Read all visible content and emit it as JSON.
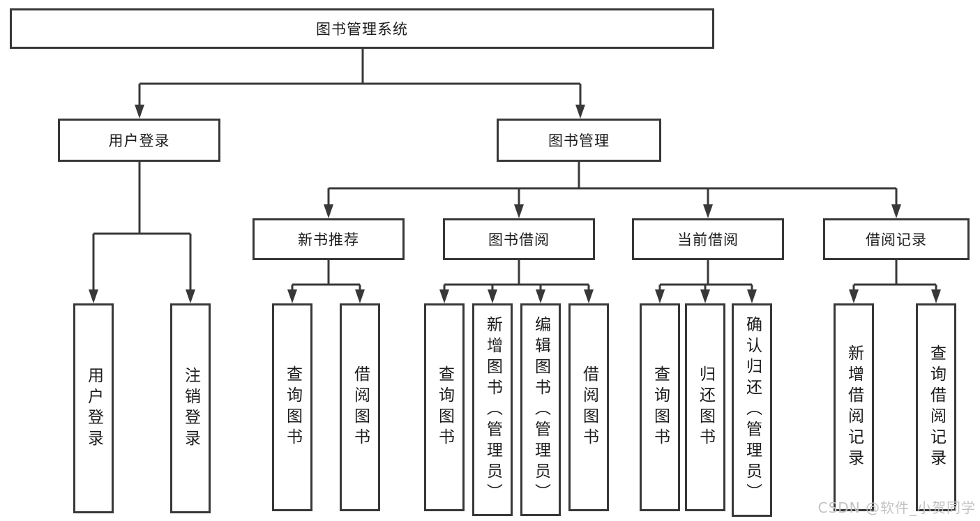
{
  "diagram": {
    "root": {
      "label": "图书管理系统"
    },
    "branches": [
      {
        "label": "用户登录",
        "children": [
          "用户登录",
          "注销登录"
        ]
      },
      {
        "label": "图书管理"
      }
    ],
    "modules": [
      {
        "label": "新书推荐",
        "children": [
          "查询图书",
          "借阅图书"
        ]
      },
      {
        "label": "图书借阅",
        "children": [
          "查询图书",
          "新增图书（管理员）",
          "编辑图书（管理员）",
          "借阅图书"
        ]
      },
      {
        "label": "当前借阅",
        "children": [
          "查询图书",
          "归还图书",
          "确认归还（管理员）"
        ]
      },
      {
        "label": "借阅记录",
        "children": [
          "新增借阅记录",
          "查询借阅记录"
        ]
      }
    ]
  },
  "colors": {
    "line": "#383838",
    "text": "#1c1c1c",
    "watermark": "#c3c3c3"
  },
  "watermark": {
    "text": "CSDN @软件_小贺同学"
  }
}
